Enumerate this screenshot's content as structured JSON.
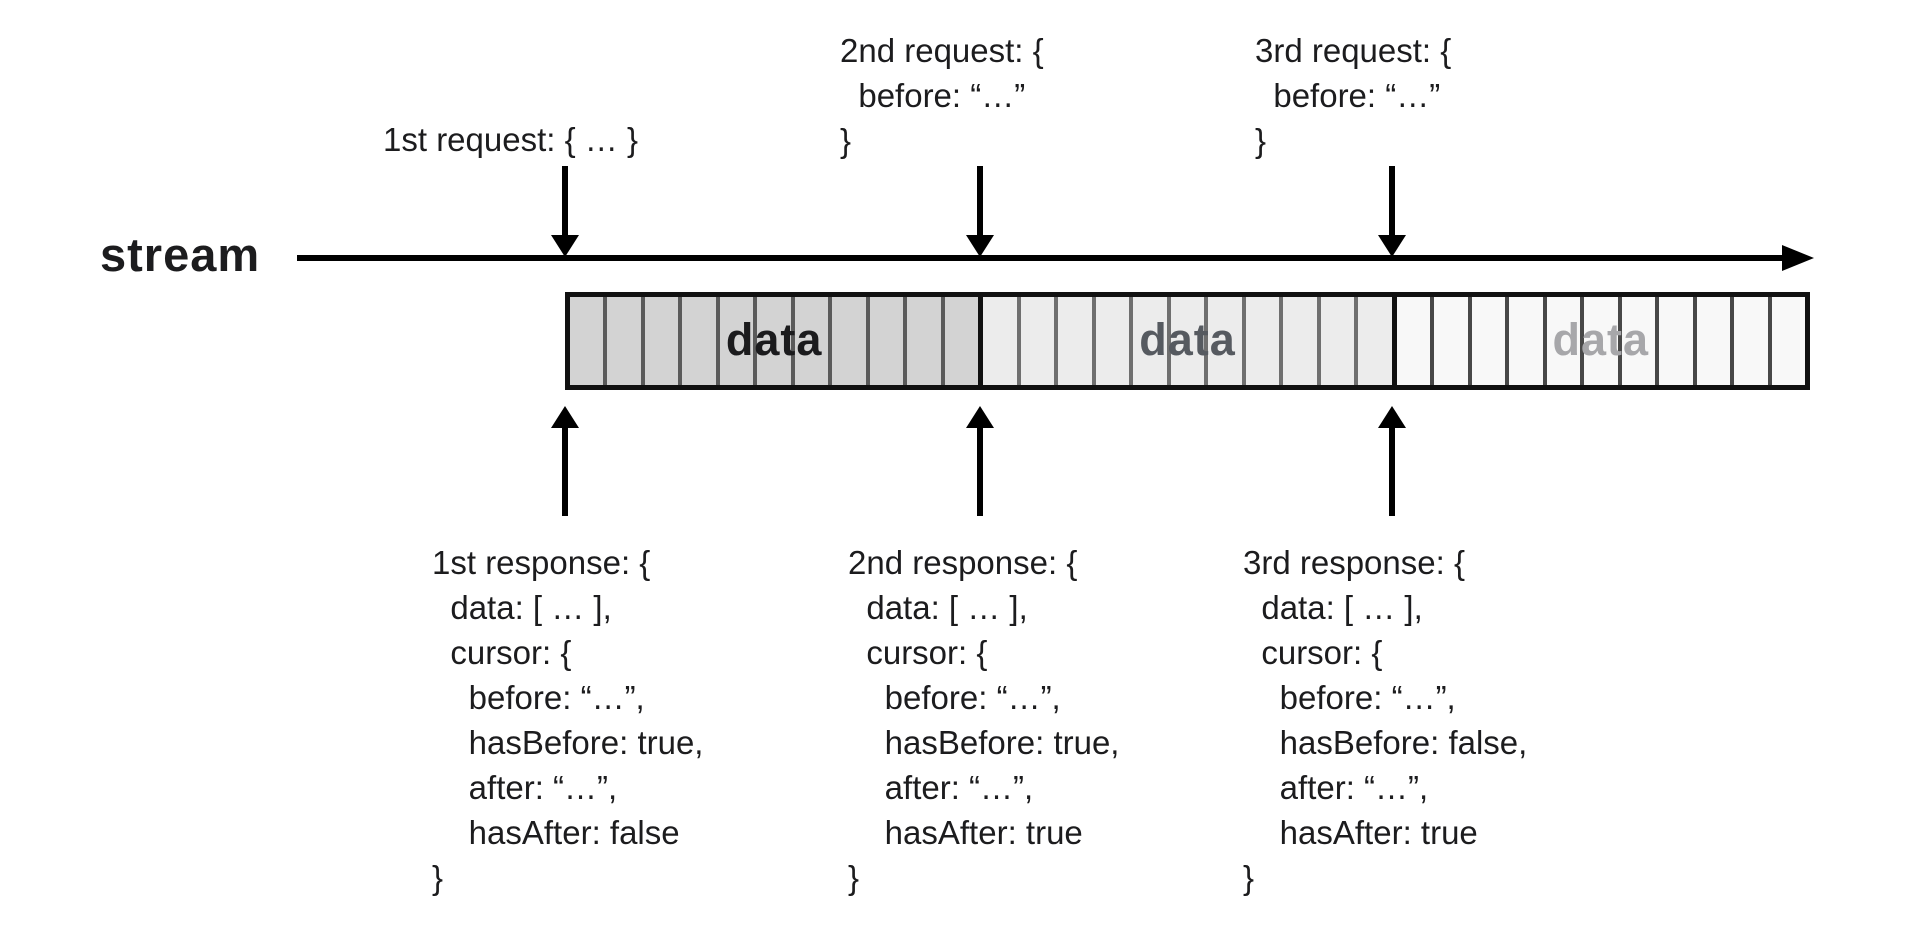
{
  "diagram": {
    "stream_label": "stream",
    "requests": [
      {
        "name": "1st request",
        "lines": [
          "1st request: { … }"
        ]
      },
      {
        "name": "2nd request",
        "lines": [
          "2nd request: {",
          "  before: “…”",
          "}"
        ]
      },
      {
        "name": "3rd request",
        "lines": [
          "3rd request: {",
          "  before: “…”",
          "}"
        ]
      }
    ],
    "responses": [
      {
        "name": "1st response",
        "lines": [
          "1st response: {",
          "  data: [ … ],",
          "  cursor: {",
          "    before: “…”,",
          "    hasBefore: true,",
          "    after: “…”,",
          "    hasAfter: false",
          "}"
        ]
      },
      {
        "name": "2nd response",
        "lines": [
          "2nd response: {",
          "  data: [ … ],",
          "  cursor: {",
          "    before: “…”,",
          "    hasBefore: true,",
          "    after: “…”,",
          "    hasAfter: true",
          "}"
        ]
      },
      {
        "name": "3rd response",
        "lines": [
          "3rd response: {",
          "  data: [ … ],",
          "  cursor: {",
          "    before: “…”,",
          "    hasBefore: false,",
          "    after: “…”,",
          "    hasAfter: true",
          "}"
        ]
      }
    ],
    "bar": {
      "border_color": "#111111",
      "segments": [
        {
          "label": "data",
          "fill": "#d3d3d3",
          "divider_color": "#5a5a5a",
          "label_color": "#1b1b1d",
          "cells": 11
        },
        {
          "label": "data",
          "fill": "#ececec",
          "divider_color": "#6f6f6f",
          "label_color": "#565a60",
          "cells": 11
        },
        {
          "label": "data",
          "fill": "#f8f8f8",
          "divider_color": "#484848",
          "label_color": "#a7a7aa",
          "cells": 11
        }
      ]
    },
    "colors": {
      "background": "#ffffff",
      "text": "#1c1c1e",
      "arrow": "#000000"
    }
  }
}
